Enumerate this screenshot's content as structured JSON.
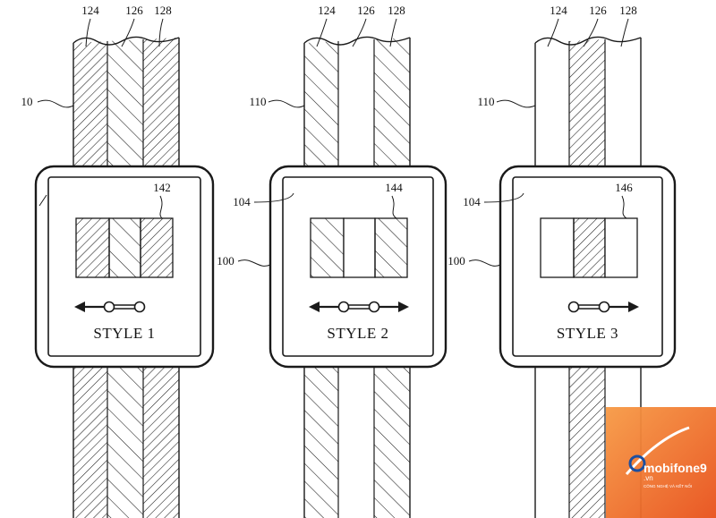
{
  "figure": {
    "colors": {
      "line": "#1a1a1a",
      "background": "#ffffff",
      "logo_orange": "#f26a21"
    },
    "watches": [
      {
        "band_refs": [
          "124",
          "126",
          "128"
        ],
        "band_ref": "10",
        "face_ref": "",
        "watch_ref": "",
        "display_ref": "142",
        "style_label": "STYLE 1",
        "arrows": "left",
        "band_patterns": [
          "dense-hatch",
          "sparse-hatch",
          "dense-hatch"
        ],
        "display_patterns": [
          "dense-hatch",
          "sparse-hatch",
          "dense-hatch"
        ]
      },
      {
        "band_refs": [
          "124",
          "126",
          "128"
        ],
        "band_ref": "110",
        "face_ref": "104",
        "watch_ref": "100",
        "display_ref": "144",
        "style_label": "STYLE 2",
        "arrows": "both",
        "band_patterns": [
          "sparse-hatch",
          "blank",
          "sparse-hatch"
        ],
        "display_patterns": [
          "sparse-hatch",
          "blank",
          "sparse-hatch"
        ]
      },
      {
        "band_refs": [
          "124",
          "126",
          "128"
        ],
        "band_ref": "110",
        "face_ref": "104",
        "watch_ref": "100",
        "display_ref": "146",
        "style_label": "STYLE 3",
        "arrows": "right",
        "band_patterns": [
          "blank",
          "dense-hatch",
          "blank"
        ],
        "display_patterns": [
          "blank",
          "dense-hatch",
          "blank"
        ]
      }
    ],
    "watermark": {
      "brand": "mobifone9",
      "domain": ".vn",
      "tagline": "CÔNG NGHỆ VÀ KẾT NỐI"
    }
  }
}
